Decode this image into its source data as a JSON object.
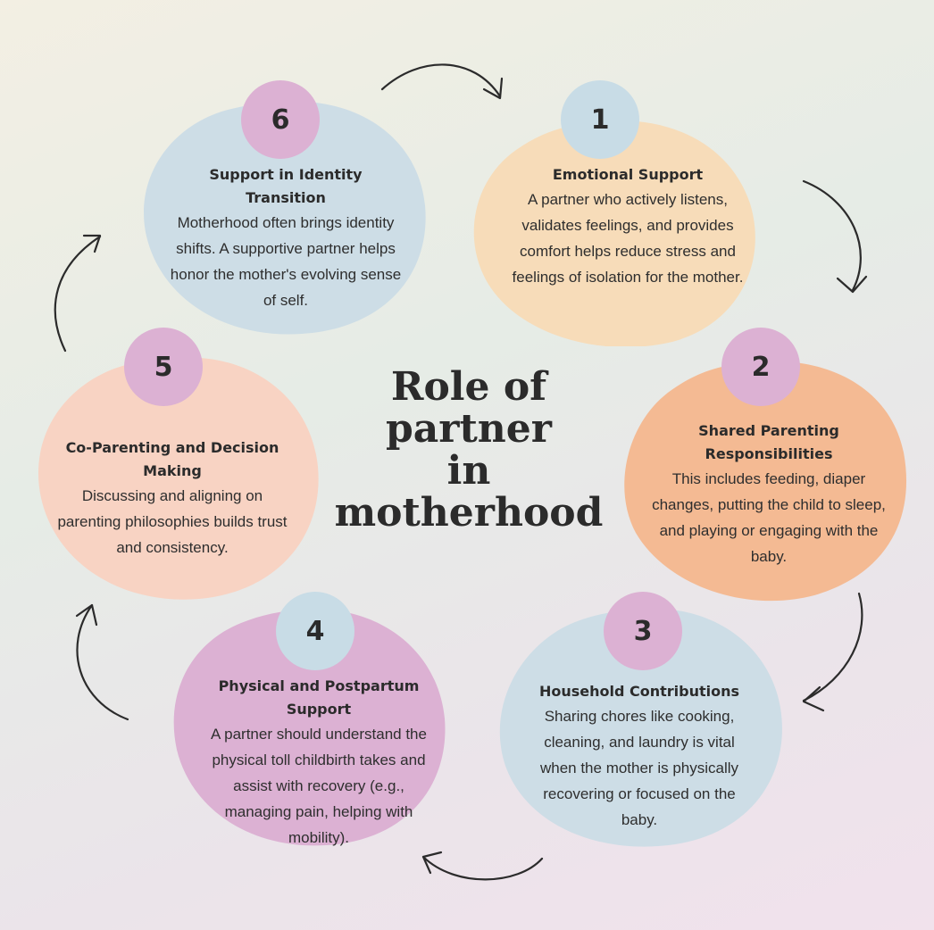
{
  "title": "Role of\npartner\nin\nmotherhood",
  "colors": {
    "peach": "#f7dcb9",
    "orange": "#f4ba93",
    "blue": "#cddde6",
    "pink": "#dcb1d3",
    "salmon": "#f8d3c3",
    "badge_blue": "#c8dce6",
    "badge_pink": "#dcb1d3"
  },
  "steps": [
    {
      "number": "1",
      "title": "Emotional Support",
      "body": "A partner who actively listens, validates feelings, and provides comfort helps reduce stress and feelings of isolation for the mother."
    },
    {
      "number": "2",
      "title": "Shared Parenting Responsibilities",
      "body": "This includes feeding, diaper changes, putting the child to sleep, and playing or engaging with the baby."
    },
    {
      "number": "3",
      "title": "Household Contributions",
      "body": "Sharing chores like cooking, cleaning, and laundry is vital when the mother is physically recovering or focused on the baby."
    },
    {
      "number": "4",
      "title": "Physical and Postpartum Support",
      "body": "A partner should understand the physical toll childbirth takes and assist with recovery (e.g., managing pain, helping with mobility)."
    },
    {
      "number": "5",
      "title": "Co-Parenting and Decision Making",
      "body": "Discussing and aligning on parenting philosophies builds trust and consistency."
    },
    {
      "number": "6",
      "title": "Support in Identity Transition",
      "body": "Motherhood often brings identity shifts. A supportive partner helps honor the mother's evolving sense of self."
    }
  ]
}
